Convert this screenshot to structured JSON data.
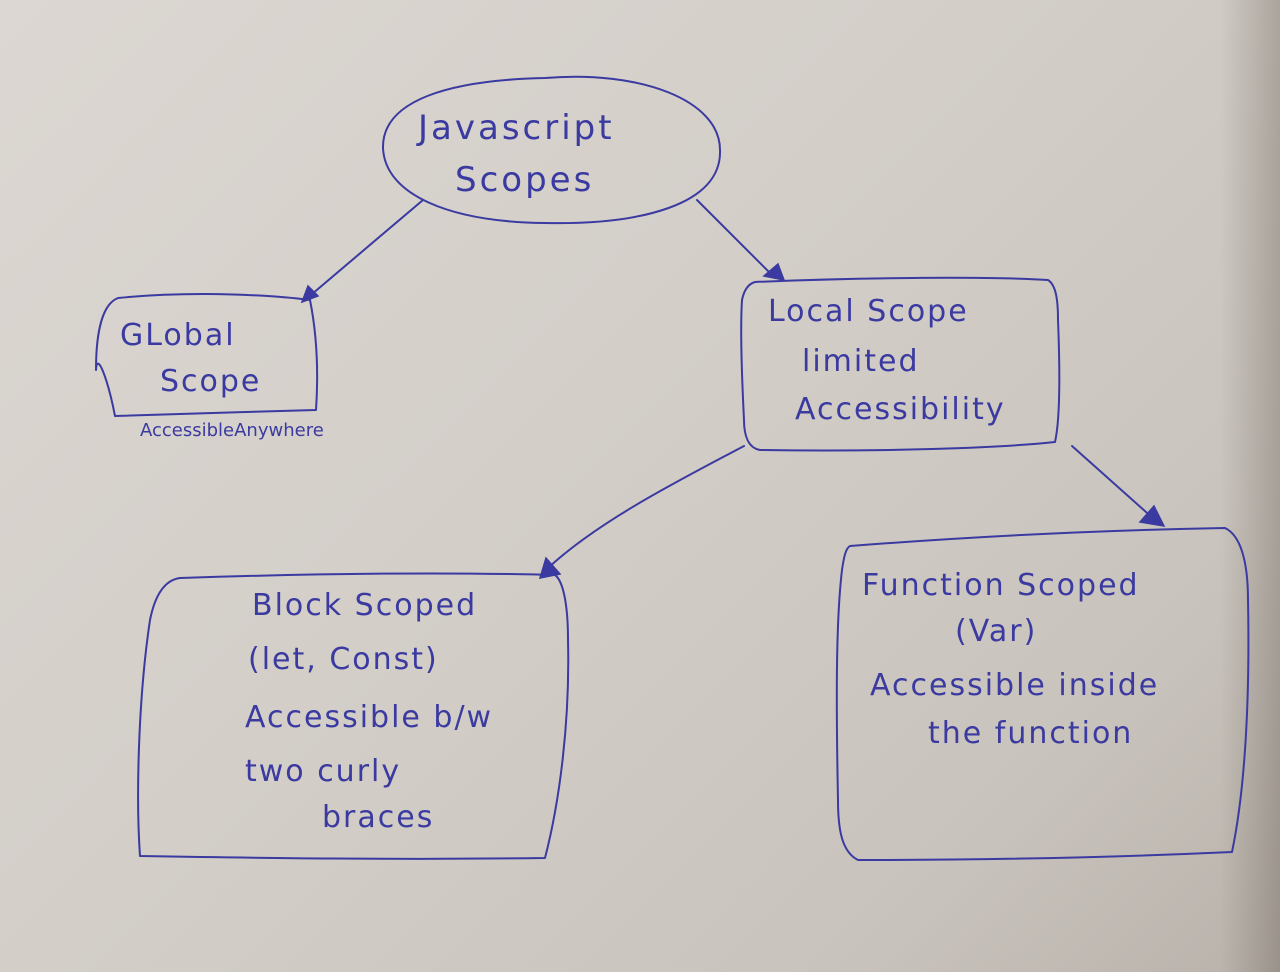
{
  "nodes": {
    "root": {
      "lines": [
        "Javascript",
        "Scopes"
      ]
    },
    "global": {
      "lines": [
        "GLobal",
        "Scope"
      ],
      "note": "AccessibleAnywhere"
    },
    "local": {
      "lines": [
        "Local Scope",
        "limited",
        "Accessibility"
      ]
    },
    "block": {
      "lines": [
        "Block Scoped",
        "(let, Const)",
        "Accessible b/w",
        "two curly",
        "braces"
      ]
    },
    "function": {
      "lines": [
        "Function Scoped",
        "(Var)",
        "Accessible inside",
        "the function"
      ]
    }
  },
  "colors": {
    "ink": "#3a3aa0",
    "paper": "#d6d1cb"
  }
}
